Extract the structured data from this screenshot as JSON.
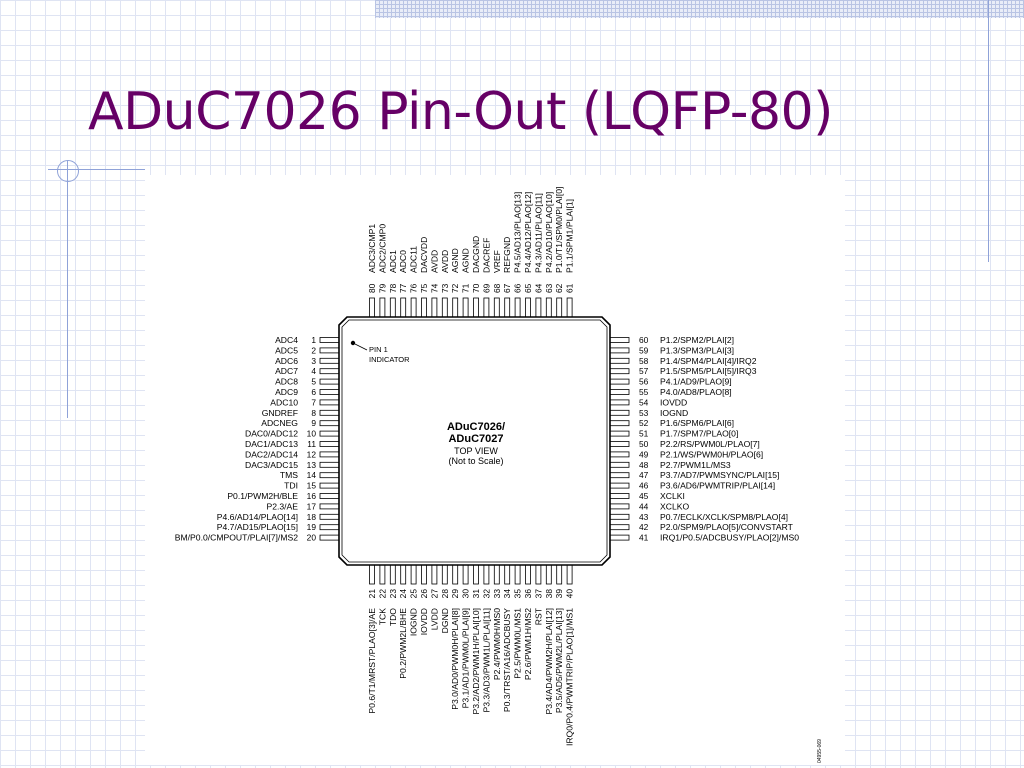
{
  "slide": {
    "title": "ADuC7026 Pin-Out (LQFP-80)"
  },
  "colors": {
    "title": "#660066",
    "grid": "#dfe4f3",
    "accent_lines": "#8fa2d8"
  },
  "diagram": {
    "chip_name_line1": "ADuC7026/",
    "chip_name_line2": "ADuC7027",
    "view_line1": "TOP VIEW",
    "view_line2": "(Not to Scale)",
    "pin1_line1": "PIN 1",
    "pin1_line2": "INDICATOR",
    "figure_id": "04955-069",
    "pins_left": [
      {
        "num": "1",
        "label": "ADC4"
      },
      {
        "num": "2",
        "label": "ADC5"
      },
      {
        "num": "3",
        "label": "ADC6"
      },
      {
        "num": "4",
        "label": "ADC7"
      },
      {
        "num": "5",
        "label": "ADC8"
      },
      {
        "num": "6",
        "label": "ADC9"
      },
      {
        "num": "7",
        "label": "ADC10"
      },
      {
        "num": "8",
        "label": "GNDREF"
      },
      {
        "num": "9",
        "label": "ADCNEG"
      },
      {
        "num": "10",
        "label": "DAC0/ADC12"
      },
      {
        "num": "11",
        "label": "DAC1/ADC13"
      },
      {
        "num": "12",
        "label": "DAC2/ADC14"
      },
      {
        "num": "13",
        "label": "DAC3/ADC15"
      },
      {
        "num": "14",
        "label": "TMS"
      },
      {
        "num": "15",
        "label": "TDI"
      },
      {
        "num": "16",
        "label": "P0.1/PWM2H/BLE"
      },
      {
        "num": "17",
        "label": "P2.3/AE"
      },
      {
        "num": "18",
        "label": "P4.6/AD14/PLAO[14]"
      },
      {
        "num": "19",
        "label": "P4.7/AD15/PLAO[15]"
      },
      {
        "num": "20",
        "label": "BM/P0.0/CMPOUT/PLAI[7]/MS2"
      }
    ],
    "pins_bottom": [
      {
        "num": "21",
        "label": "P0.6/T1/MRST/PLAO[3]/AE"
      },
      {
        "num": "22",
        "label": "TCK"
      },
      {
        "num": "23",
        "label": "TDO"
      },
      {
        "num": "24",
        "label": "P0.2/PWM2L/BHE"
      },
      {
        "num": "25",
        "label": "IOGND"
      },
      {
        "num": "26",
        "label": "IOVDD"
      },
      {
        "num": "27",
        "label": "LVDD"
      },
      {
        "num": "28",
        "label": "DGND"
      },
      {
        "num": "29",
        "label": "P3.0/AD0/PWM0H/PLAI[8]"
      },
      {
        "num": "30",
        "label": "P3.1/AD1/PWM0L/PLAI[9]"
      },
      {
        "num": "31",
        "label": "P3.2/AD2/PWM1H/PLAI[10]"
      },
      {
        "num": "32",
        "label": "P3.3/AD3/PWM1L/PLAI[11]"
      },
      {
        "num": "33",
        "label": "P2.4/PWM0H/MS0"
      },
      {
        "num": "34",
        "label": "P0.3/TRST/A16/ADCBUSY"
      },
      {
        "num": "35",
        "label": "P2.5/PWM0L/MS1"
      },
      {
        "num": "36",
        "label": "P2.6/PWM1H/MS2"
      },
      {
        "num": "37",
        "label": "RST"
      },
      {
        "num": "38",
        "label": "P3.4/AD4/PWM2H/PLAI[12]"
      },
      {
        "num": "39",
        "label": "P3.5/AD5/PWM2L/PLAI[13]"
      },
      {
        "num": "40",
        "label": "IRQ0/P0.4/PWMTRIP/PLAO[1]/MS1"
      }
    ],
    "pins_right": [
      {
        "num": "41",
        "label": "IRQ1/P0.5/ADCBUSY/PLAO[2]/MS0"
      },
      {
        "num": "42",
        "label": "P2.0/SPM9/PLAO[5]/CONVSTART"
      },
      {
        "num": "43",
        "label": "P0.7/ECLK/XCLK/SPM8/PLAO[4]"
      },
      {
        "num": "44",
        "label": "XCLKO"
      },
      {
        "num": "45",
        "label": "XCLKI"
      },
      {
        "num": "46",
        "label": "P3.6/AD6/PWMTRIP/PLAI[14]"
      },
      {
        "num": "47",
        "label": "P3.7/AD7/PWMSYNC/PLAI[15]"
      },
      {
        "num": "48",
        "label": "P2.7/PWM1L/MS3"
      },
      {
        "num": "49",
        "label": "P2.1/WS/PWM0H/PLAO[6]"
      },
      {
        "num": "50",
        "label": "P2.2/RS/PWM0L/PLAO[7]"
      },
      {
        "num": "51",
        "label": "P1.7/SPM7/PLAO[0]"
      },
      {
        "num": "52",
        "label": "P1.6/SPM6/PLAI[6]"
      },
      {
        "num": "53",
        "label": "IOGND"
      },
      {
        "num": "54",
        "label": "IOVDD"
      },
      {
        "num": "55",
        "label": "P4.0/AD8/PLAO[8]"
      },
      {
        "num": "56",
        "label": "P4.1/AD9/PLAO[9]"
      },
      {
        "num": "57",
        "label": "P1.5/SPM5/PLAI[5]/IRQ3"
      },
      {
        "num": "58",
        "label": "P1.4/SPM4/PLAI[4]/IRQ2"
      },
      {
        "num": "59",
        "label": "P1.3/SPM3/PLAI[3]"
      },
      {
        "num": "60",
        "label": "P1.2/SPM2/PLAI[2]"
      }
    ],
    "pins_top": [
      {
        "num": "61",
        "label": "P1.1/SPM1/PLAI[1]"
      },
      {
        "num": "62",
        "label": "P1.0/T1/SPM0/PLAI[0]"
      },
      {
        "num": "63",
        "label": "P4.2/AD10/PLAO[10]"
      },
      {
        "num": "64",
        "label": "P4.3/AD11/PLAO[11]"
      },
      {
        "num": "65",
        "label": "P4.4/AD12/PLAO[12]"
      },
      {
        "num": "66",
        "label": "P4.5/AD13/PLAO[13]"
      },
      {
        "num": "67",
        "label": "REFGND"
      },
      {
        "num": "68",
        "label": "VREF"
      },
      {
        "num": "69",
        "label": "DACREF"
      },
      {
        "num": "70",
        "label": "DACGND"
      },
      {
        "num": "71",
        "label": "AGND"
      },
      {
        "num": "72",
        "label": "AGND"
      },
      {
        "num": "73",
        "label": "AVDD"
      },
      {
        "num": "74",
        "label": "AVDD"
      },
      {
        "num": "75",
        "label": "DACVDD"
      },
      {
        "num": "76",
        "label": "ADC11"
      },
      {
        "num": "77",
        "label": "ADC0"
      },
      {
        "num": "78",
        "label": "ADC1"
      },
      {
        "num": "79",
        "label": "ADC2/CMP0"
      },
      {
        "num": "80",
        "label": "ADC3/CMP1"
      }
    ]
  }
}
